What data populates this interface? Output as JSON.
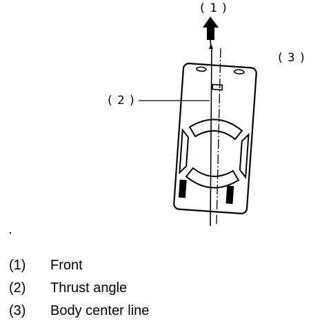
{
  "callouts": {
    "front": "(1)",
    "thrust_angle": "(2)",
    "body_center_line": "(3)"
  },
  "legend": [
    {
      "num": "(1)",
      "text": "Front"
    },
    {
      "num": "(2)",
      "text": "Thrust angle"
    },
    {
      "num": "(3)",
      "text": "Body center line"
    }
  ]
}
